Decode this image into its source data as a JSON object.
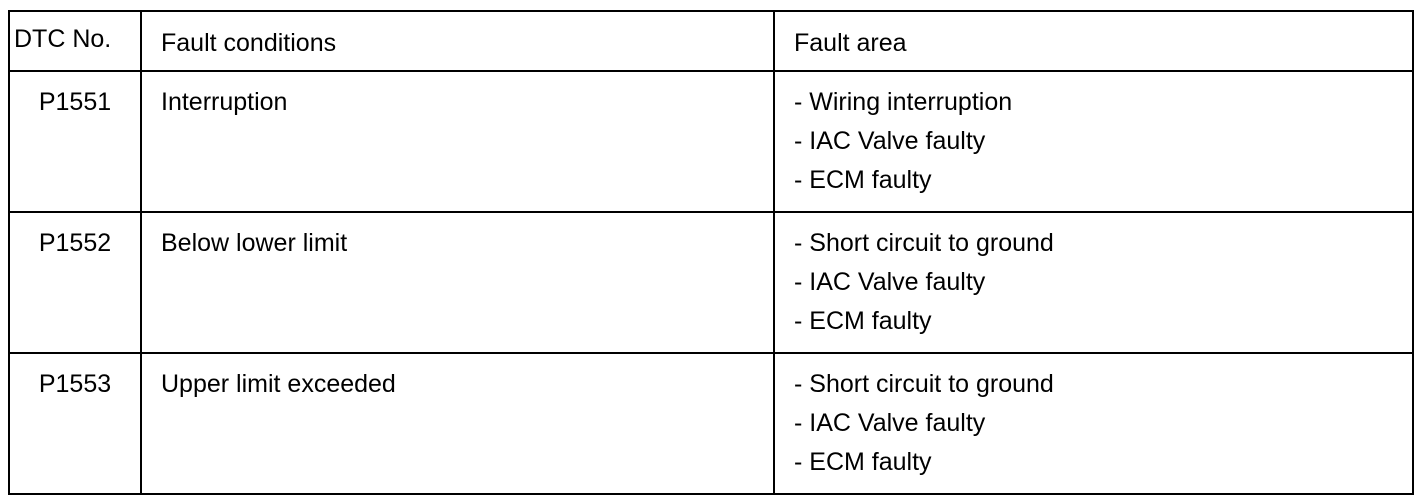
{
  "table": {
    "headers": {
      "code": "DTC No.",
      "conditions": "Fault conditions",
      "area": "Fault area"
    },
    "rows": [
      {
        "code": "P1551",
        "condition": "Interruption",
        "areas": [
          "- Wiring interruption",
          "- IAC Valve faulty",
          "- ECM faulty"
        ]
      },
      {
        "code": "P1552",
        "condition": "Below lower limit",
        "areas": [
          "- Short circuit to ground",
          "- IAC Valve faulty",
          "- ECM faulty"
        ]
      },
      {
        "code": "P1553",
        "condition": "Upper limit exceeded",
        "areas": [
          "- Short circuit to ground",
          "- IAC Valve faulty",
          "- ECM faulty"
        ]
      }
    ]
  }
}
